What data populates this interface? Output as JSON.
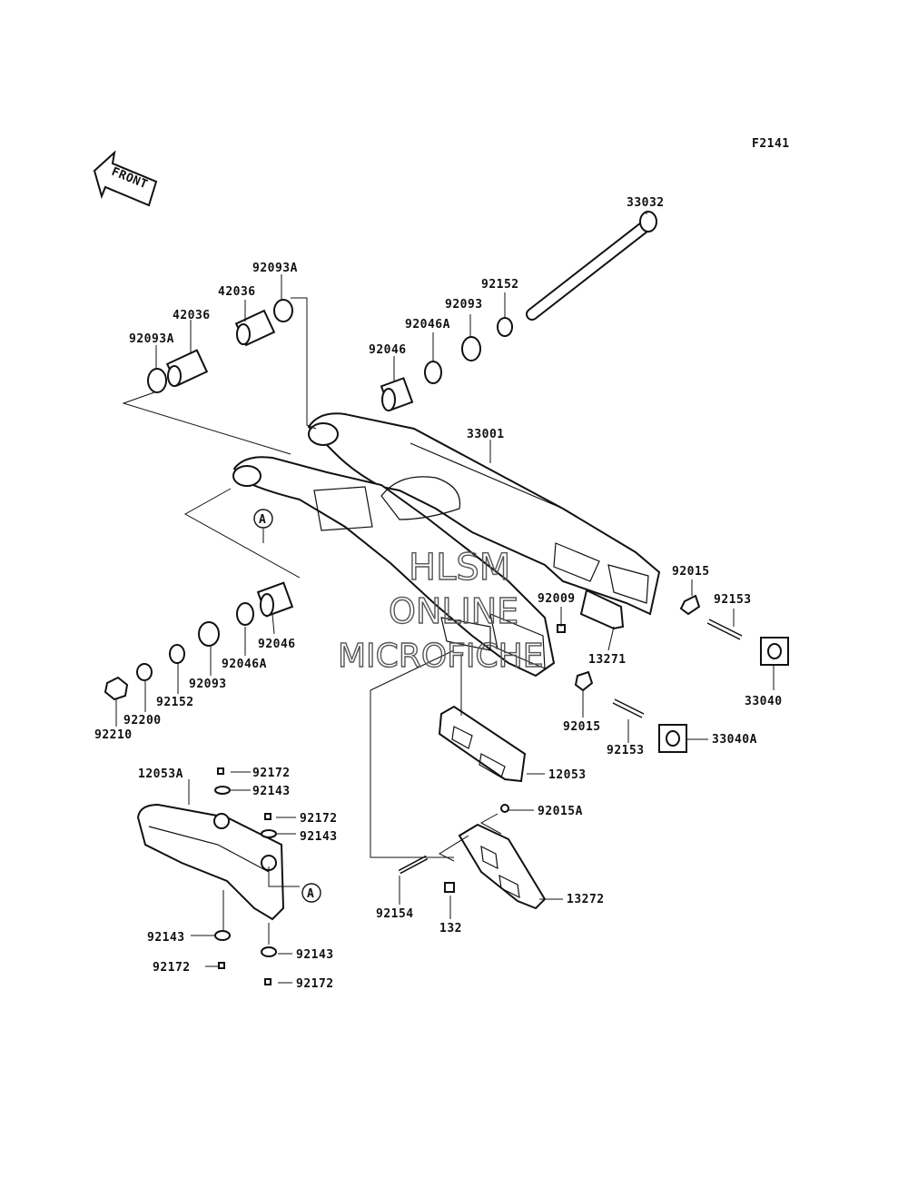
{
  "figure_code": "F2141",
  "front_arrow_text": "FRONT",
  "ref_marker": "A",
  "watermark": {
    "line1": "HLSM",
    "line2": "ONLINE",
    "line3": "MICROFICHE"
  },
  "labels": {
    "l33032": "33032",
    "l92093A_top": "92093A",
    "l42036_a": "42036",
    "l42036_b": "42036",
    "l92093A_left": "92093A",
    "l92152_top": "92152",
    "l92093_top": "92093",
    "l92046A_top": "92046A",
    "l92046_top": "92046",
    "l33001": "33001",
    "l92015_right": "92015",
    "l92153_right": "92153",
    "l92009": "92009",
    "l13271": "13271",
    "l33040": "33040",
    "l92015_mid": "92015",
    "l92153_mid": "92153",
    "l33040A": "33040A",
    "l12053": "12053",
    "l92046_left": "92046",
    "l92046A_left": "92046A",
    "l92093_left": "92093",
    "l92152_left": "92152",
    "l92200": "92200",
    "l92210": "92210",
    "l12053A": "12053A",
    "l92172_a": "92172",
    "l92143_a": "92143",
    "l92172_b": "92172",
    "l92143_b": "92143",
    "l92015A": "92015A",
    "l13272": "13272",
    "l92154": "92154",
    "l132": "132",
    "l92143_c": "92143",
    "l92143_d": "92143",
    "l92172_c": "92172",
    "l92172_d": "92172"
  }
}
